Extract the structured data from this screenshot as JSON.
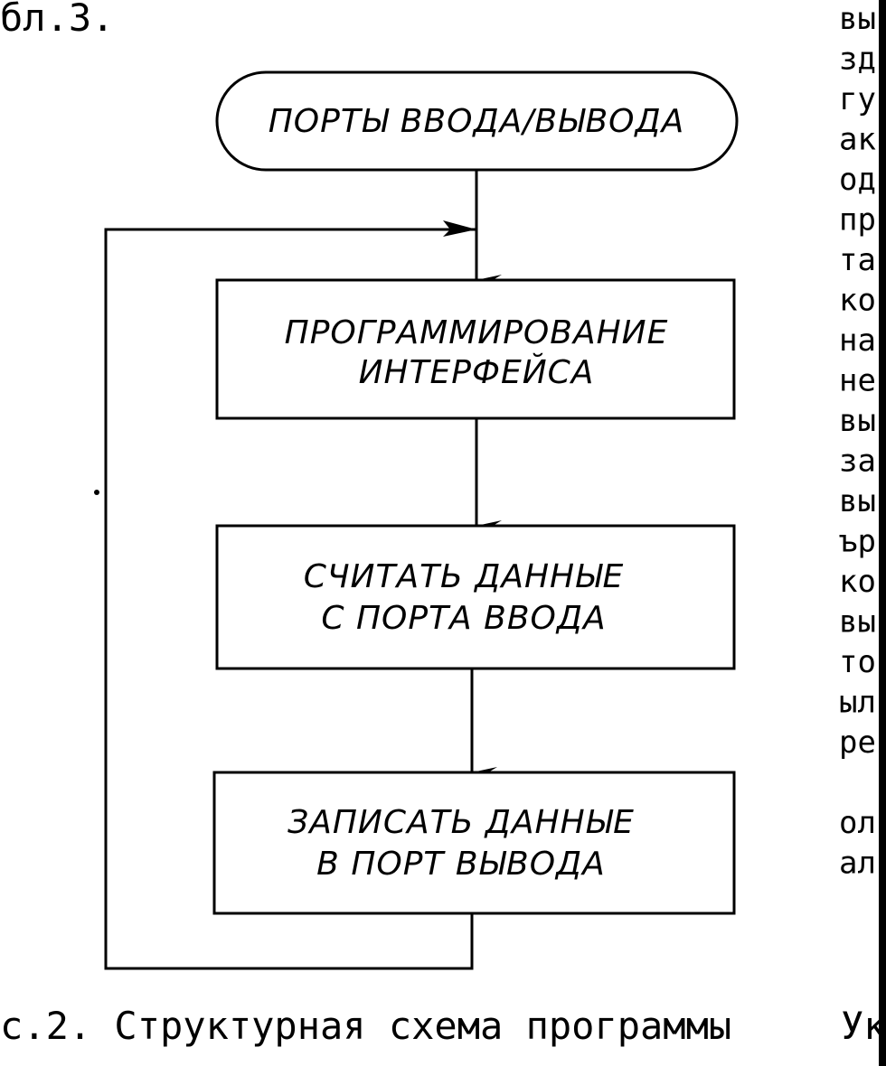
{
  "header_fragment": "бл.3.",
  "caption": "с.2. Структурная схема программы",
  "caption_tail": "Ук",
  "flowchart": {
    "start": "ПОРТЫ ВВОДА/ВЫВОДА",
    "step1": {
      "line1": "ПРОГРАММИРОВАНИЕ",
      "line2": "ИНТЕРФЕЙСА"
    },
    "step2": {
      "line1": "СЧИТАТЬ ДАННЫЕ",
      "line2": "С ПОРТА ВВОДА"
    },
    "step3": {
      "line1": "ЗАПИСАТЬ ДАННЫЕ",
      "line2": "В ПОРТ ВЫВОДА"
    }
  },
  "margin_fragments": [
    "вы",
    "зд",
    "гу",
    "ак",
    "од",
    "пр",
    "та",
    "ко",
    "на",
    "не",
    "вы",
    "за",
    "вы",
    "ър",
    "ко",
    "вы",
    "тог",
    "ыл",
    "ре",
    "",
    "ол",
    "ал"
  ]
}
